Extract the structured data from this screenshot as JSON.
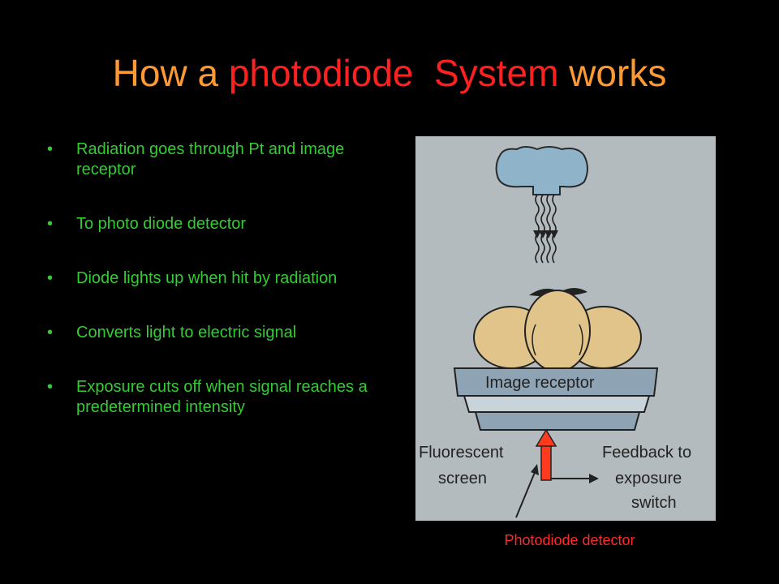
{
  "slide": {
    "title_parts": [
      {
        "text": "How a ",
        "color": "#ff9933"
      },
      {
        "text": "photodiode  System",
        "color": "#ff2020"
      },
      {
        "text": " works",
        "color": "#ff9933"
      }
    ],
    "bullets": [
      "Radiation goes through Pt and image receptor",
      "To photo diode detector",
      "Diode lights up when hit by radiation",
      "Converts light to electric signal",
      "Exposure cuts off when signal reaches a predetermined intensity"
    ],
    "bullet_symbol": "•",
    "caption": "Photodiode detector"
  },
  "figure": {
    "receptor_label": "Image receptor",
    "fluorescent_line1": "Fluorescent",
    "fluorescent_line2": "screen",
    "feedback_line1": "Feedback to",
    "feedback_line2": "exposure",
    "feedback_line3": "switch",
    "colors": {
      "background": "#b4bbbf",
      "tube": "#8fb4c9",
      "receptor": "#8ea3b3",
      "head": "#e0c48a",
      "arrow": "#ff3b1f"
    }
  }
}
